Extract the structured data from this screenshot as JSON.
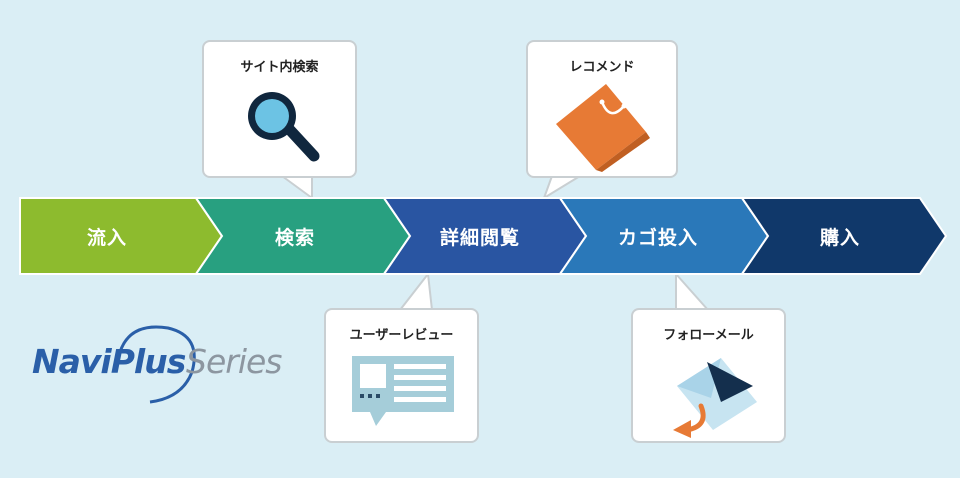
{
  "flow": {
    "steps": [
      {
        "label": "流入",
        "color": "#8dbb2e"
      },
      {
        "label": "検索",
        "color": "#28a080"
      },
      {
        "label": "詳細閲覧",
        "color": "#2955a2"
      },
      {
        "label": "カゴ投入",
        "color": "#2a78b9"
      },
      {
        "label": "購入",
        "color": "#10386a"
      }
    ]
  },
  "callouts": {
    "site_search": {
      "label": "サイト内検索",
      "icon": "magnifier-icon"
    },
    "recommend": {
      "label": "レコメンド",
      "icon": "shopping-bag-icon"
    },
    "user_review": {
      "label": "ユーザーレビュー",
      "icon": "review-card-icon"
    },
    "follow_mail": {
      "label": "フォローメール",
      "icon": "envelope-arrow-icon"
    }
  },
  "logo": {
    "word1": "NaviPlus",
    "word2": "Series",
    "color1": "#2a5fa8",
    "color2": "#8c96a0"
  }
}
